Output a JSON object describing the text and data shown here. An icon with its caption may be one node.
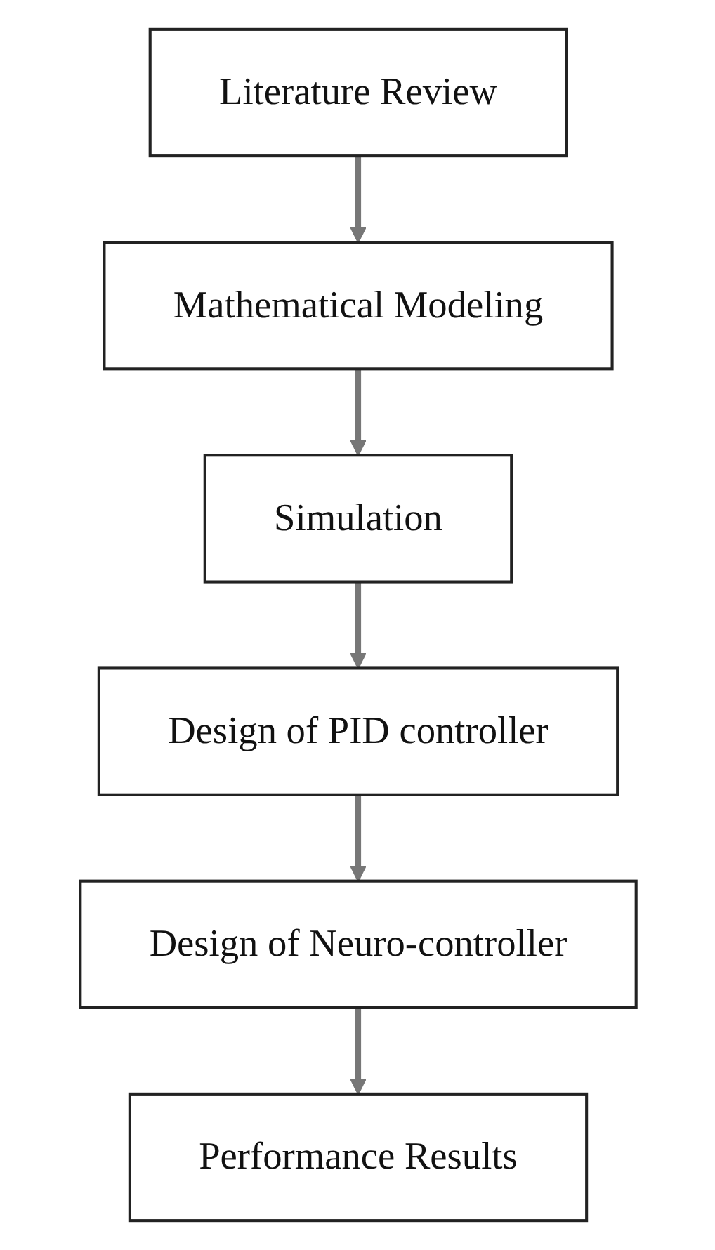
{
  "diagram": {
    "nodes": [
      {
        "text": [
          "Literature Review"
        ]
      },
      {
        "text": [
          "Mathematical Modeling"
        ]
      },
      {
        "text": [
          "Simulation"
        ]
      },
      {
        "text": [
          "Design of PID controller"
        ]
      },
      {
        "text": [
          "Design of Neuro-controller"
        ]
      },
      {
        "text": [
          "Performance Results"
        ]
      }
    ],
    "edges": [
      {
        "from": 0,
        "to": 1,
        "arrow": "to"
      },
      {
        "from": 1,
        "to": 2,
        "arrow": "to"
      },
      {
        "from": 2,
        "to": 3,
        "arrow": "to"
      },
      {
        "from": 3,
        "to": 4,
        "arrow": "to"
      },
      {
        "from": 4,
        "to": 5,
        "arrow": "to"
      }
    ]
  }
}
